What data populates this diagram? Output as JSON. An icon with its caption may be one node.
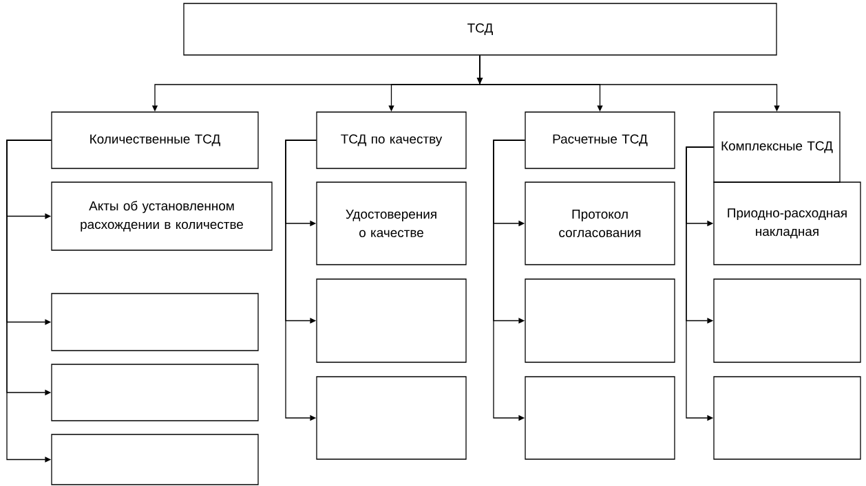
{
  "diagram": {
    "nodes": [
      {
        "text": [
          "ТСД"
        ]
      },
      {
        "text": [
          "Количественные ТСД"
        ]
      },
      {
        "text": [
          "ТСД по качеству"
        ]
      },
      {
        "text": [
          "Расчетные ТСД"
        ]
      },
      {
        "text": [
          "Комплексные ТСД"
        ]
      },
      {
        "text": [
          "Акты об установленном расхождении в количестве"
        ]
      },
      {
        "text": [],
        "shape": "box"
      },
      {
        "text": [],
        "shape": "box"
      },
      {
        "text": [],
        "shape": "box"
      },
      {
        "text": [
          "Удостоверения о качестве"
        ]
      },
      {
        "text": [],
        "shape": "box"
      },
      {
        "text": [],
        "shape": "box"
      },
      {
        "text": [
          "Протокол согласования"
        ]
      },
      {
        "text": [],
        "shape": "box"
      },
      {
        "text": [],
        "shape": "box"
      },
      {
        "text": [
          "Приодно-расходная накладная"
        ]
      },
      {
        "text": [],
        "shape": "box"
      },
      {
        "text": [],
        "shape": "box"
      }
    ],
    "edges": [
      {
        "from": 0,
        "to": 1,
        "arrow": "to"
      },
      {
        "from": 0,
        "to": 2,
        "arrow": "to"
      },
      {
        "from": 0,
        "to": 3,
        "arrow": "to"
      },
      {
        "from": 0,
        "to": 4,
        "arrow": "to"
      },
      {
        "from": 1,
        "to": 5,
        "arrow": "to"
      },
      {
        "from": 1,
        "to": 6,
        "arrow": "to"
      },
      {
        "from": 1,
        "to": 7,
        "arrow": "to"
      },
      {
        "from": 1,
        "to": 8,
        "arrow": "to"
      },
      {
        "from": 2,
        "to": 9,
        "arrow": "to"
      },
      {
        "from": 2,
        "to": 10,
        "arrow": "to"
      },
      {
        "from": 2,
        "to": 11,
        "arrow": "to"
      },
      {
        "from": 3,
        "to": 12,
        "arrow": "to"
      },
      {
        "from": 3,
        "to": 13,
        "arrow": "to"
      },
      {
        "from": 3,
        "to": 14,
        "arrow": "to"
      },
      {
        "from": 4,
        "to": 15,
        "arrow": "to"
      },
      {
        "from": 4,
        "to": 16,
        "arrow": "to"
      },
      {
        "from": 4,
        "to": 17,
        "arrow": "to"
      }
    ]
  }
}
